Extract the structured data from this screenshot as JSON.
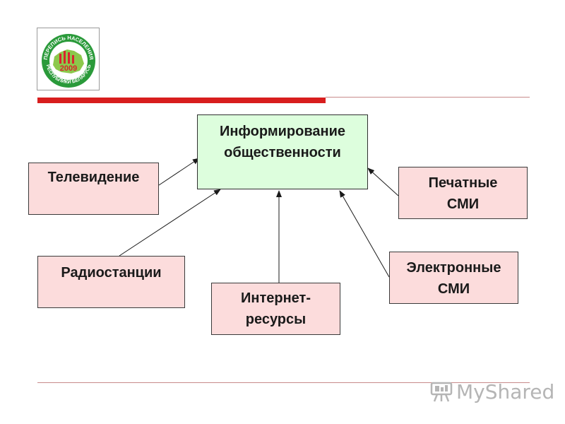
{
  "logo": {
    "top_text": "ПЕРЕПИСЬ НАСЕЛЕНИЯ",
    "bottom_text": "РЕСПУБЛИКИ БЕЛАРУСЬ",
    "year": "2009",
    "colors": {
      "ring": "#2a9a3a",
      "map": "#8cc84b",
      "accent": "#d8262e"
    }
  },
  "diagram": {
    "center": "Информирование\nобщественности",
    "sources": {
      "tv": "Телевидение",
      "radio": "Радиостанции",
      "internet": "Интернет-\nресурсы",
      "print": "Печатные\nСМИ",
      "electronic": "Электронные\nСМИ"
    },
    "colors": {
      "center_fill": "#ddfedd",
      "source_fill": "#fcdcdc"
    }
  },
  "watermark": {
    "text": "MyShared",
    "icon": "projector-icon"
  }
}
